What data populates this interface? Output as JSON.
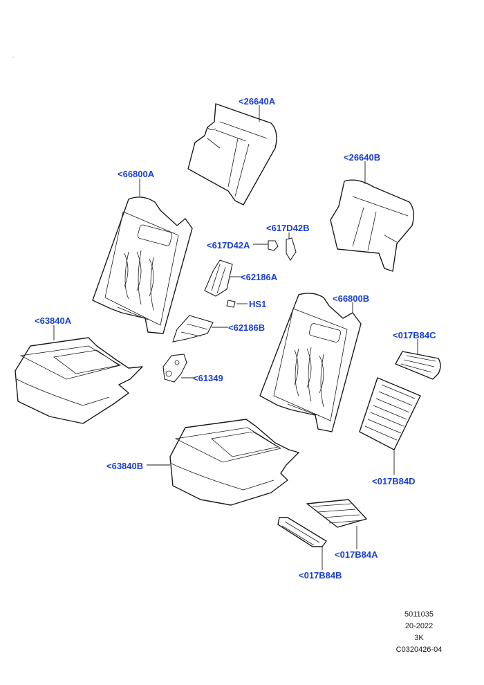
{
  "callouts": {
    "c_26640A": "<26640A",
    "c_26640B": "<26640B",
    "c_66800A": "<66800A",
    "c_66800B": "<66800B",
    "c_617D42B": "<617D42B",
    "c_617D42A": "<617D42A",
    "c_62186A": "<62186A",
    "c_HS1": "HS1",
    "c_62186B": "<62186B",
    "c_63840A": "<63840A",
    "c_63840B": "<63840B",
    "c_61349": "<61349",
    "c_017B84C": "<017B84C",
    "c_017B84D": "<017B84D",
    "c_017B84A": "<017B84A",
    "c_017B84B": "<017B84B"
  },
  "meta": {
    "line1": "5011035",
    "line2": "20-2022",
    "line3": "3K",
    "line4": "C0320426-04"
  },
  "colors": {
    "callout_text": "#1a3fd6",
    "line_art": "#1a1a1a",
    "background": "#ffffff"
  }
}
